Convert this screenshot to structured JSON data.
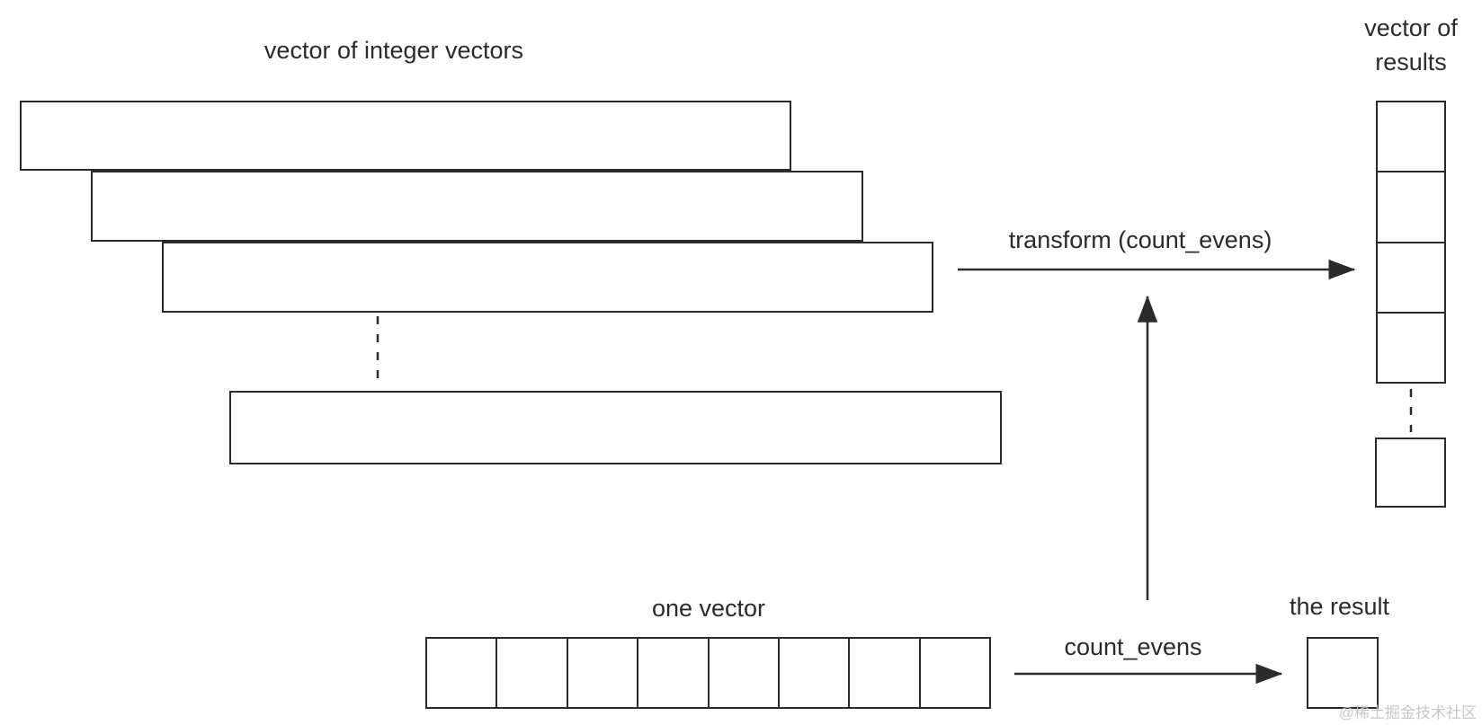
{
  "colors": {
    "ink": "#2b2b2b",
    "background": "#ffffff",
    "watermark": "#c2c2c2"
  },
  "outer_vector": {
    "title": "vector of integer vectors",
    "rows_shown": 3,
    "trailing_rows_shown": 1,
    "ellipsis_between": true
  },
  "results_column": {
    "title_line1": "vector of",
    "title_line2": "results",
    "cells": 4,
    "trailing_cells": 1,
    "ellipsis_between": true
  },
  "transform_arrow": {
    "label": "transform (count_evens)"
  },
  "one_vector": {
    "title": "one vector",
    "cells": 8
  },
  "count_evens_arrow": {
    "label": "count_evens"
  },
  "result": {
    "title": "the result"
  },
  "watermark": {
    "text": "@稀土掘金技术社区"
  }
}
